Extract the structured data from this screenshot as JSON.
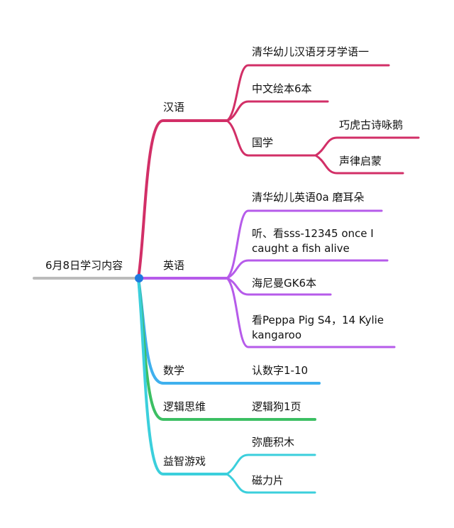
{
  "root": {
    "label": "6月8日学习内容"
  },
  "colors": {
    "chinese": "#d22f67",
    "english": "#b65bea",
    "math": "#3fb0ee",
    "logic": "#3cbf63",
    "games": "#3bcfdc",
    "root_line": "#bbbbbb",
    "root_node": "#1f7ae0"
  },
  "branches": {
    "chinese": {
      "label": "汉语",
      "items": [
        "清华幼儿汉语牙牙学语一",
        "中文绘本6本",
        "国学"
      ],
      "guoxue_children": [
        "巧虎古诗咏鹅",
        "声律启蒙"
      ]
    },
    "english": {
      "label": "英语",
      "items": [
        "清华幼儿英语0a 磨耳朵",
        "听、看sss-12345 once I caught a fish alive",
        "海尼曼GK6本",
        "看Peppa Pig S4，14 Kylie kangaroo"
      ]
    },
    "math": {
      "label": "数学",
      "items": [
        "认数字1-10"
      ]
    },
    "logic": {
      "label": "逻辑思维",
      "items": [
        "逻辑狗1页"
      ]
    },
    "games": {
      "label": "益智游戏",
      "items": [
        "弥鹿积木",
        "磁力片"
      ]
    }
  }
}
